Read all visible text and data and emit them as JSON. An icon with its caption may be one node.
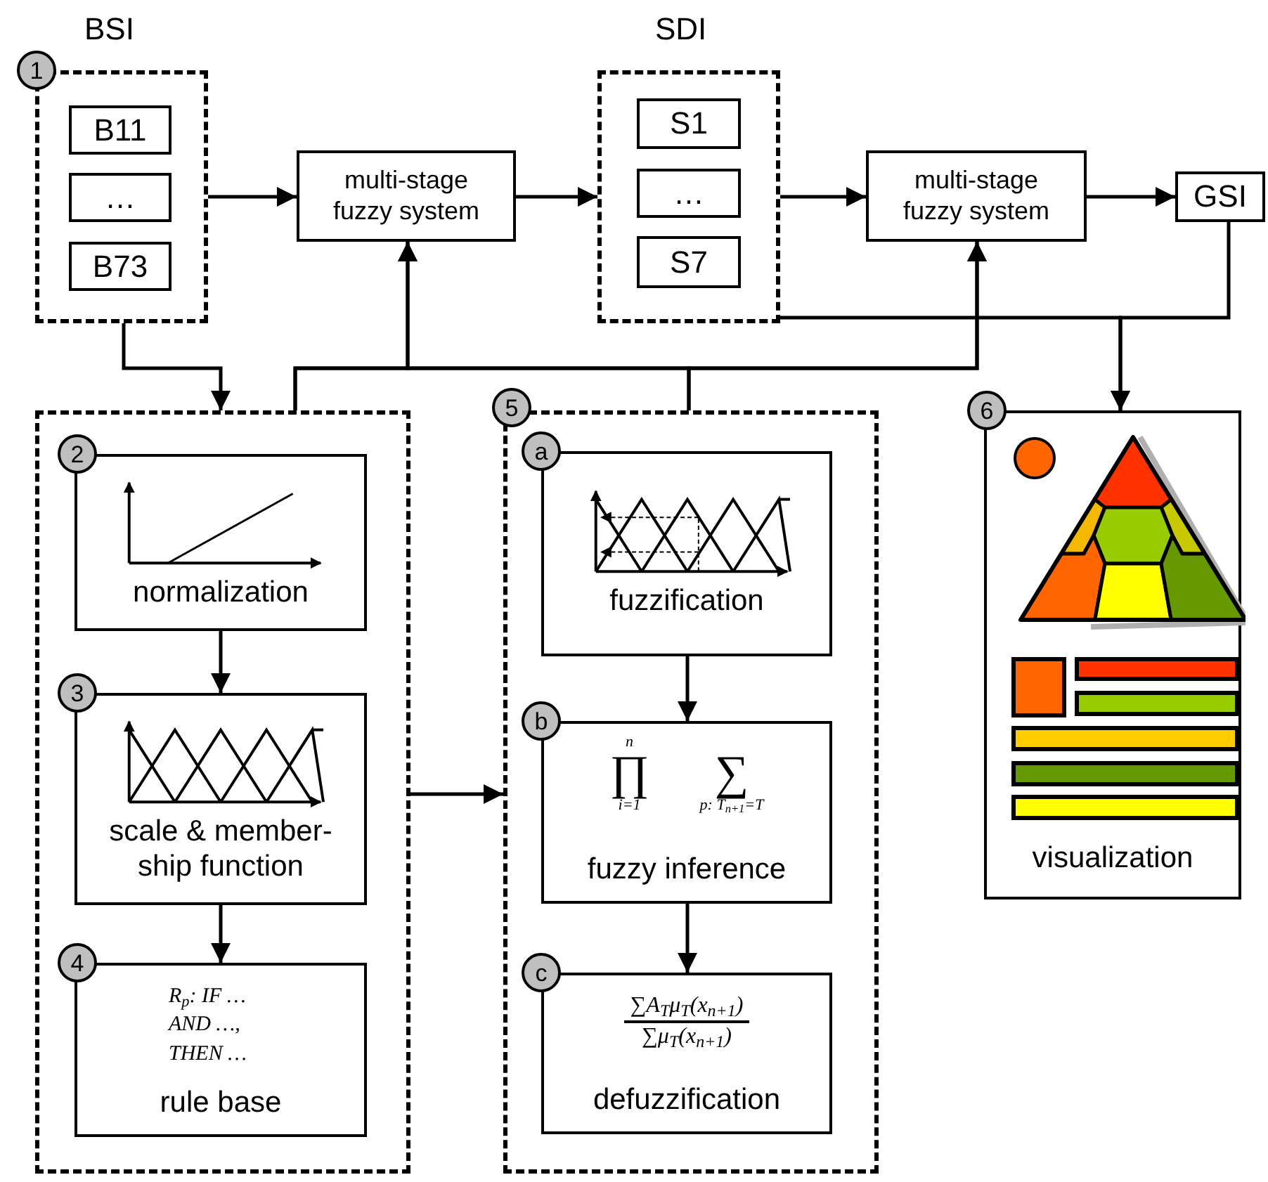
{
  "diagram": {
    "nodes": [
      {
        "text": [
          "BSI"
        ]
      },
      {
        "text": [
          "1"
        ]
      },
      {
        "text": [
          "B11"
        ],
        "in": 0
      },
      {
        "text": [
          "…"
        ],
        "in": 0
      },
      {
        "text": [
          "B73"
        ],
        "in": 0
      },
      {
        "text": [
          "multi-stage fuzzy system"
        ]
      },
      {
        "text": [
          "SDI"
        ]
      },
      {
        "text": [
          "S1"
        ],
        "in": 6
      },
      {
        "text": [
          "…"
        ],
        "in": 6
      },
      {
        "text": [
          "S7"
        ],
        "in": 6
      },
      {
        "text": [
          "multi-stage fuzzy system"
        ]
      },
      {
        "text": [
          "GSI"
        ]
      },
      {
        "text": [],
        "shape": "box"
      },
      {
        "text": [
          "2"
        ],
        "in": 12
      },
      {
        "text": [
          "normalization"
        ],
        "in": 12
      },
      {
        "text": [
          "3"
        ],
        "in": 12
      },
      {
        "text": [
          "scale & member- ship function"
        ],
        "in": 12
      },
      {
        "text": [
          "4"
        ],
        "in": 12
      },
      {
        "text": [
          "R$_{p}$: IF … AND …, THEN …",
          "rule base"
        ],
        "in": 12
      },
      {
        "text": [],
        "shape": "box"
      },
      {
        "text": [
          "5"
        ]
      },
      {
        "text": [
          "a"
        ],
        "in": 19
      },
      {
        "text": [
          "fuzzification"
        ],
        "in": 19
      },
      {
        "text": [
          "b"
        ],
        "in": 19
      },
      {
        "text": [
          "n",
          "∏",
          "i=1",
          "∑",
          "p: T$_{n+1}$=T",
          "fuzzy inference"
        ],
        "in": 19
      },
      {
        "text": [
          "c"
        ],
        "in": 19
      },
      {
        "text": [
          "∑A$_{T}$μ$_{T}$(x$_{n+1}$)",
          "∑μ$_{T}$(x$_{n+1}$)",
          "defuzzification"
        ],
        "in": 19
      },
      {
        "text": [
          "visualization"
        ]
      },
      {
        "text": [
          "6"
        ]
      }
    ],
    "edges": [
      {
        "from": 0,
        "to": 5,
        "arrow": "to"
      },
      {
        "from": 5,
        "to": 6,
        "arrow": "to"
      },
      {
        "from": 6,
        "to": 10,
        "arrow": "to"
      },
      {
        "from": 10,
        "to": 11,
        "arrow": "to"
      },
      {
        "from": 0,
        "to": 12,
        "arrow": "to"
      },
      {
        "from": 12,
        "to": 5,
        "arrow": "to"
      },
      {
        "from": 12,
        "to": 10,
        "arrow": "to"
      },
      {
        "from": 19,
        "to": 5,
        "arrow": "to"
      },
      {
        "from": 19,
        "to": 10,
        "arrow": "to"
      },
      {
        "from": 6,
        "to": 27,
        "arrow": "to"
      },
      {
        "from": 11,
        "to": 27,
        "arrow": "to"
      },
      {
        "from": 12,
        "to": 19,
        "arrow": "to"
      },
      {
        "from": 14,
        "to": 16,
        "arrow": "to"
      },
      {
        "from": 16,
        "to": 18,
        "arrow": "to"
      },
      {
        "from": 22,
        "to": 24,
        "arrow": "to"
      },
      {
        "from": 24,
        "to": 26,
        "arrow": "to"
      }
    ]
  }
}
